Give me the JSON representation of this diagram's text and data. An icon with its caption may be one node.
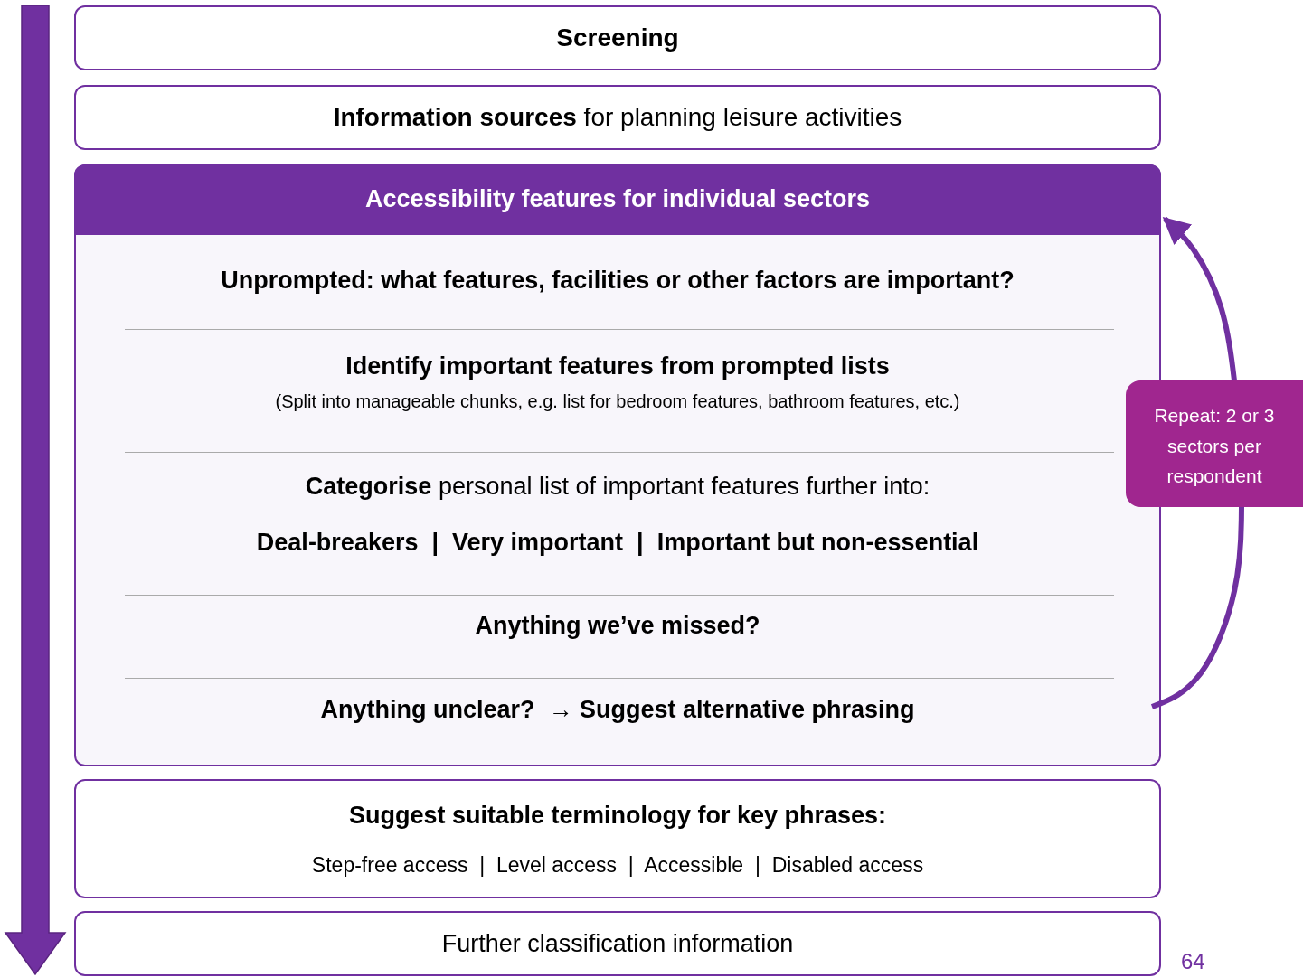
{
  "diagram": {
    "nodes": [
      {
        "text": [
          "Screening"
        ]
      },
      {
        "text": [
          "**Information sources** for planning leisure activities"
        ]
      },
      {
        "text": [
          "Accessibility features for individual sectors",
          "Unprompted: what features, facilities or other factors are important?",
          "Identify important features from prompted lists",
          "(Split into manageable chunks, e.g. list for bedroom features, bathroom features, etc.)",
          "**Categorise** personal list of important features further into:",
          "Deal-breakers  |  Very important  |  Important but non-essential",
          "Anything we’ve missed?",
          "Anything unclear?  → Suggest alternative phrasing"
        ]
      },
      {
        "text": [
          "Repeat: 2 or 3 sectors per respondent"
        ]
      },
      {
        "text": [
          "Suggest suitable terminology for key phrases:",
          "Step-free access  |  Level access  |  Accessible  |  Disabled access"
        ]
      },
      {
        "text": [
          "Further classification information"
        ]
      }
    ],
    "edges": [
      {
        "from": 2,
        "to": 3,
        "arrow": "none"
      },
      {
        "from": 3,
        "to": 2,
        "arrow": "to"
      }
    ],
    "labels": [
      "64"
    ]
  }
}
